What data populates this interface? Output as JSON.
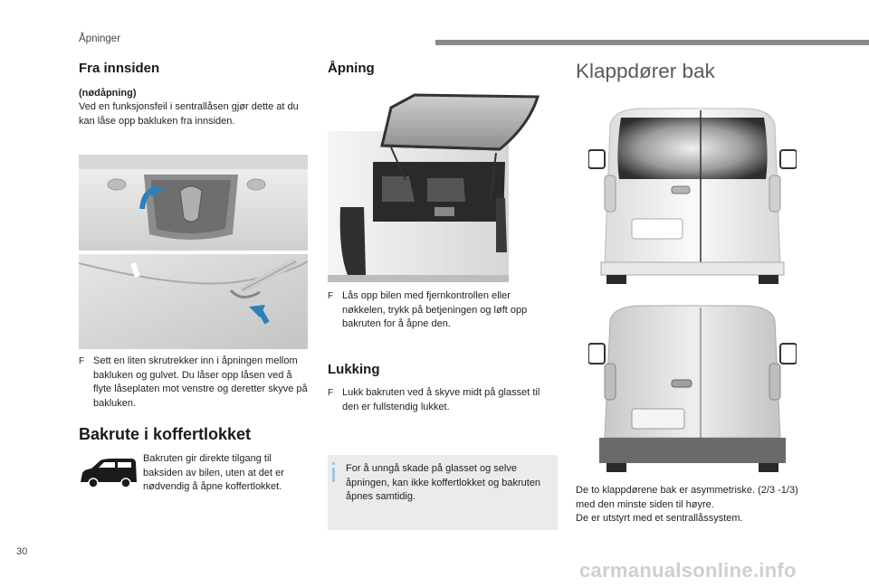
{
  "header": {
    "section": "Åpninger"
  },
  "left": {
    "title": "Fra innsiden",
    "subtitle": "(nødåpning)",
    "intro": "Ved en funksjonsfeil i sentrallåsen gjør dette at du kan låse opp bakluken fra innsiden.",
    "bullet_mark": "F",
    "bullet": "Sett en liten skrutrekker inn i åpningen mellom bakluken og gulvet. Du låser opp låsen ved å flyte låseplaten mot venstre og deretter skyve på bakluken.",
    "rear_window_title": "Bakrute i koffertlokket",
    "rear_window_text": "Bakruten gir direkte tilgang til baksiden av bilen, uten at det er nødvendig å åpne koffertlokket."
  },
  "middle": {
    "opening_title": "Åpning",
    "opening_mark": "F",
    "opening_text": "Lås opp bilen med fjernkontrollen eller nøkkelen, trykk på betjeningen og løft opp bakruten for å åpne den.",
    "closing_title": "Lukking",
    "closing_mark": "F",
    "closing_text": "Lukk bakruten ved å skyve midt på glasset til den er fullstendig lukket.",
    "info_text": "For å unngå skade på glasset og selve åpningen, kan ikke koffertlokket og bakruten åpnes samtidig."
  },
  "right": {
    "title": "Klappdører bak",
    "text1": "De to klappdørene bak er asymmetriske. (2/3 -1/3) med den minste siden til høyre.",
    "text2": "De er utstyrt med et sentrallåssystem."
  },
  "footer": {
    "page_number": "30",
    "watermark": "carmanualsonline.info"
  }
}
